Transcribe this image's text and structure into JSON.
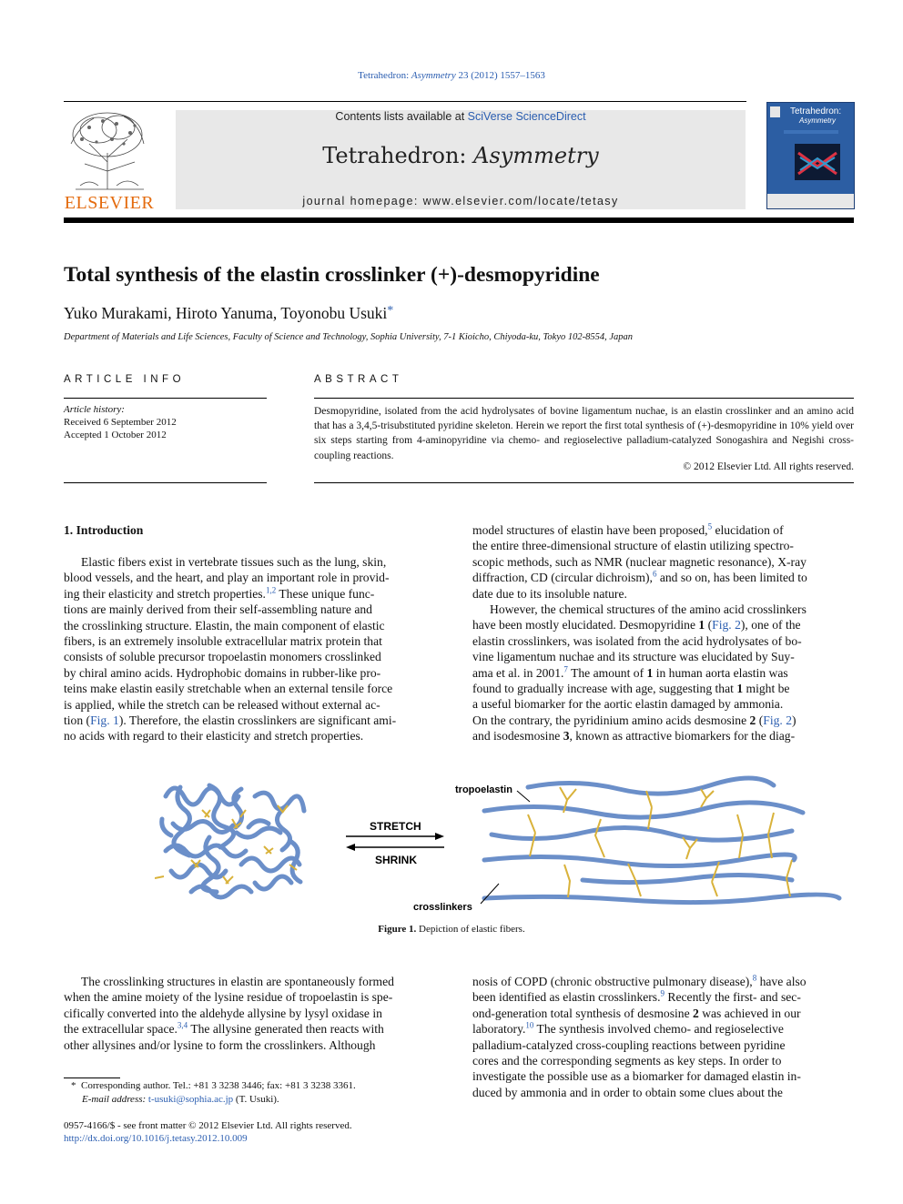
{
  "header": {
    "journal_ref_prefix": "Tetrahedron: ",
    "journal_ref_italic": "Asymmetry",
    "journal_ref_suffix": " 23 (2012) 1557–1563",
    "contents_prefix": "Contents lists available at ",
    "contents_link": "SciVerse ScienceDirect",
    "journal_name_prefix": "Tetrahedron: ",
    "journal_name_italic": "Asymmetry",
    "homepage": "journal homepage: www.elsevier.com/locate/tetasy",
    "publisher": "ELSEVIER",
    "cover_title": "Tetrahedron:",
    "cover_sub": "Asymmetry"
  },
  "article": {
    "title": "Total synthesis of the elastin crosslinker (+)-desmopyridine",
    "authors": "Yuko Murakami, Hiroto Yanuma, Toyonobu Usuki",
    "author_mark": "*",
    "affiliation": "Department of Materials and Life Sciences, Faculty of Science and Technology, Sophia University, 7-1 Kioicho, Chiyoda-ku, Tokyo 102-8554, Japan"
  },
  "article_info": {
    "heading": "ARTICLE INFO",
    "history_label": "Article history:",
    "received": "Received 6 September 2012",
    "accepted": "Accepted 1 October 2012"
  },
  "abstract": {
    "heading": "ABSTRACT",
    "text": "Desmopyridine, isolated from the acid hydrolysates of bovine ligamentum nuchae, is an elastin crosslinker and an amino acid that has a 3,4,5-trisubstituted pyridine skeleton. Herein we report the first total synthesis of (+)-desmopyridine in 10% yield over six steps starting from 4-aminopyridine via chemo- and regioselective palladium-catalyzed Sonogashira and Negishi cross-coupling reactions.",
    "copyright": "© 2012 Elsevier Ltd. All rights reserved."
  },
  "body": {
    "section1_heading": "1. Introduction",
    "left_lines_top": [
      "Elastic fibers exist in vertebrate tissues such as the lung, skin,",
      "blood vessels, and the heart, and play an important role in provid-",
      "ing their elasticity and stretch properties.",
      "tions are mainly derived from their self-assembling nature and",
      "the crosslinking structure. Elastin, the main component of elastic",
      "fibers, is an extremely insoluble extracellular matrix protein that",
      "consists of soluble precursor tropoelastin monomers crosslinked",
      "by chiral amino acids. Hydrophobic domains in rubber-like pro-",
      "teins make elastin easily stretchable when an external tensile force",
      "is applied, while the stretch can be released without external ac-",
      "tion (",
      "no acids with regard to their elasticity and stretch properties."
    ],
    "ref_1_2": "1,2",
    "after_ref_1_2": " These unique func-",
    "fig1_link": "Fig. 1",
    "after_fig1": "). Therefore, the elastin crosslinkers are significant ami-",
    "right_lines_top": [
      "model structures of elastin have been proposed,",
      "the entire three-dimensional structure of elastin utilizing spectro-",
      "scopic methods, such as NMR (nuclear magnetic resonance), X-ray",
      "diffraction, CD (circular dichroism),",
      "date due to its insoluble nature.",
      "However, the chemical structures of the amino acid crosslinkers",
      "have been mostly elucidated. Desmopyridine ",
      "elastin crosslinkers, was isolated from the acid hydrolysates of bo-",
      "vine ligamentum nuchae and its structure was elucidated by Suy-",
      "ama et al. in 2001.",
      "found to gradually increase with age, suggesting that ",
      "a useful biomarker for the aortic elastin damaged by ammonia.",
      "On the contrary, the pyridinium amino acids desmosine ",
      "and isodesmosine "
    ],
    "ref5": "5",
    "after_ref5": " elucidation of",
    "ref6": "6",
    "after_ref6": " and so on, has been limited to",
    "bold1": "1",
    "fig2_link": "Fig. 2",
    "after_fig2_a": "), one of the",
    "ref7": "7",
    "after_ref7": " The amount of ",
    "after_bold1_b": " in human aorta elastin was",
    "after_bold1_c": " might be",
    "bold2": "2",
    "bold3": "3",
    "after_bold3": ", known as attractive biomarkers for the diag-",
    "left_lines_bottom": [
      "The crosslinking structures in elastin are spontaneously formed",
      "when the amine moiety of the lysine residue of tropoelastin is spe-",
      "cifically converted into the aldehyde allysine by lysyl oxidase in",
      "the extracellular space.",
      "other allysines and/or lysine to form the crosslinkers. Although"
    ],
    "ref3_4": "3,4",
    "after_ref3_4": " The allysine generated then reacts with",
    "right_lines_bottom": [
      "nosis of COPD (chronic obstructive pulmonary disease),",
      "been identified as elastin crosslinkers.",
      "ond-generation total synthesis of desmosine ",
      "laboratory.",
      "palladium-catalyzed cross-coupling reactions between pyridine",
      "cores and the corresponding segments as key steps. In order to",
      "investigate the possible use as a biomarker for damaged elastin in-",
      "duced by ammonia and in order to obtain some clues about the"
    ],
    "ref8": "8",
    "after_ref8": " have also",
    "ref9": "9",
    "after_ref9": " Recently the first- and sec-",
    "after_bold2_b": " was achieved in our",
    "ref10": "10",
    "after_ref10": " The synthesis involved chemo- and regioselective"
  },
  "figure": {
    "label_tropoelastin": "tropoelastin",
    "label_crosslinkers": "crosslinkers",
    "label_stretch": "STRETCH",
    "label_shrink": "SHRINK",
    "caption_label": "Figure 1.",
    "caption_text": " Depiction of elastic fibers.",
    "fiber_color": "#6b8fc9",
    "crosslink_color": "#d9b23a"
  },
  "footnotes": {
    "corresponding_mark": "*",
    "corresponding": "Corresponding author. Tel.: +81 3 3238 3446; fax: +81 3 3238 3361.",
    "email_label": "E-mail address:",
    "email": "t-usuki@sophia.ac.jp",
    "email_suffix": " (T. Usuki).",
    "issn": "0957-4166/$ - see front matter © 2012 Elsevier Ltd. All rights reserved.",
    "doi": "http://dx.doi.org/10.1016/j.tetasy.2012.10.009"
  }
}
